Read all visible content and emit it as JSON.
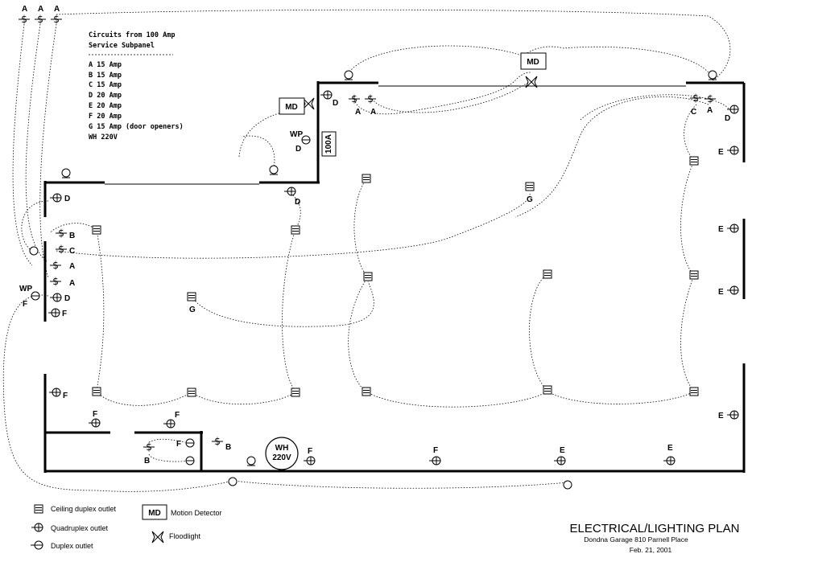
{
  "panel": {
    "title_line1": "Circuits from 100 Amp",
    "title_line2": "Service Subpanel",
    "circuits": [
      "A  15 Amp",
      "B  15 Amp",
      "C  15 Amp",
      "D  20 Amp",
      "E  20 Amp",
      "F  20 Amp",
      "G  15 Amp (door openers)",
      "WH 220V"
    ]
  },
  "labels": {
    "a": "A",
    "b": "B",
    "c": "C",
    "d": "D",
    "e": "E",
    "f": "F",
    "g": "G",
    "wp": "WP",
    "md": "MD",
    "panel_100a": "100A",
    "wh_line1": "WH",
    "wh_line2": "220V"
  },
  "legend": {
    "ceiling": "Ceiling duplex outlet",
    "quad": "Quadruplex outlet",
    "duplex": "Duplex outlet",
    "md_box": "MD",
    "md": "Motion Detector",
    "flood": "Floodlight"
  },
  "title_block": {
    "title": "ELECTRICAL/LIGHTING PLAN",
    "subtitle": "Dondna Garage 810 Parnell Place",
    "date": "Feb. 21, 2001"
  }
}
